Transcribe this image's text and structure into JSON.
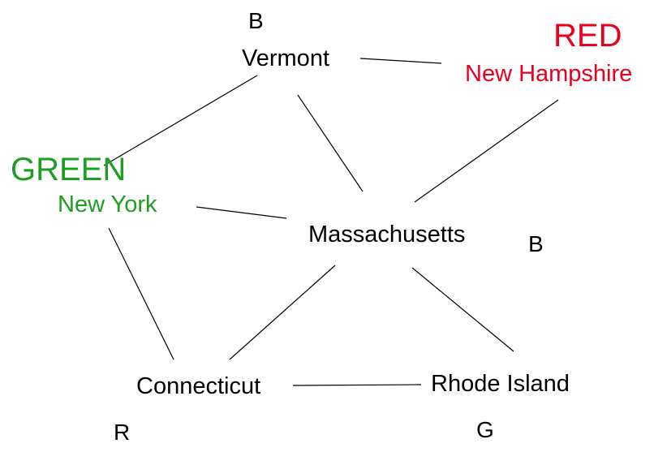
{
  "colors": {
    "red": "#e8001c",
    "green": "#1e9e1e",
    "black": "#000000"
  },
  "nodes": [
    {
      "id": "vermont",
      "label": "Vermont",
      "color_mark": "B"
    },
    {
      "id": "new_hampshire",
      "label": "New Hampshire",
      "color_mark": "RED"
    },
    {
      "id": "new_york",
      "label": "New York",
      "color_mark": "GREEN"
    },
    {
      "id": "massachusetts",
      "label": "Massachusetts",
      "color_mark": "B"
    },
    {
      "id": "connecticut",
      "label": "Connecticut",
      "color_mark": "R"
    },
    {
      "id": "rhode_island",
      "label": "Rhode Island",
      "color_mark": "G"
    }
  ],
  "edges": [
    [
      "vermont",
      "new_hampshire"
    ],
    [
      "vermont",
      "new_york"
    ],
    [
      "vermont",
      "massachusetts"
    ],
    [
      "new_hampshire",
      "massachusetts"
    ],
    [
      "new_york",
      "massachusetts"
    ],
    [
      "new_york",
      "connecticut"
    ],
    [
      "massachusetts",
      "connecticut"
    ],
    [
      "massachusetts",
      "rhode_island"
    ],
    [
      "connecticut",
      "rhode_island"
    ]
  ]
}
